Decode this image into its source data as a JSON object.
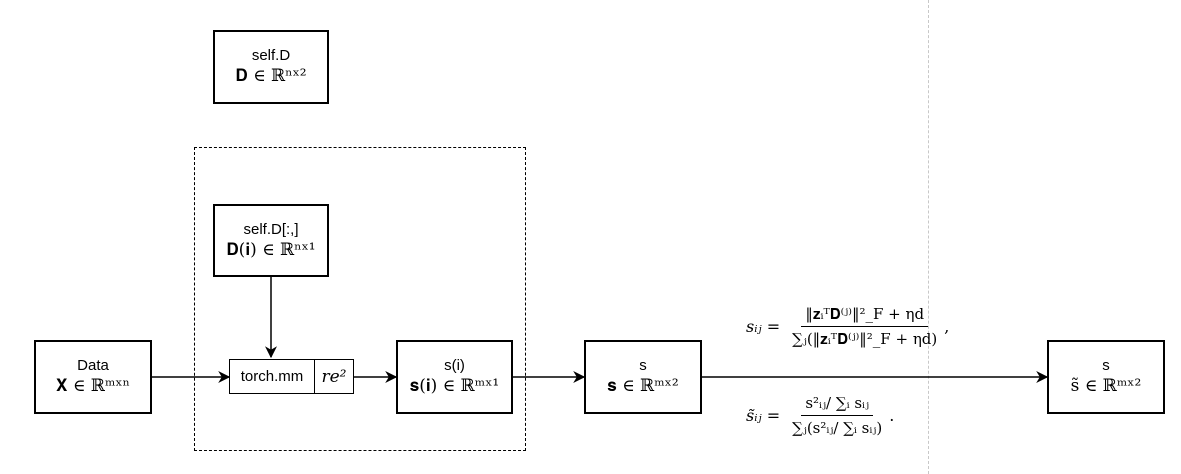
{
  "nodes": {
    "self_d": {
      "label": "self.D",
      "math": "𝐃 ∈ ℝⁿˣ²"
    },
    "self_d_col": {
      "label": "self.D[:,]",
      "math": "𝐃(𝐢) ∈ ℝⁿˣ¹"
    },
    "data": {
      "label": "Data",
      "math": "𝐗 ∈ ℝᵐˣⁿ"
    },
    "torch_mm": {
      "label": "torch.mm",
      "op": "re²"
    },
    "s_i": {
      "label": "s(i)",
      "math": "𝐬(𝐢) ∈ ℝᵐˣ¹"
    },
    "s": {
      "label": "s",
      "math": "𝐬 ∈ ℝᵐˣ²"
    },
    "s_tilde": {
      "label": "s",
      "math": "s̃ ∈ ℝᵐˣ²"
    }
  },
  "formulas": {
    "s_ij": {
      "lhs": "sᵢⱼ =",
      "numerator": "‖𝐳ᵢᵀ𝐃⁽ʲ⁾‖²_F + ηd",
      "denominator": "∑ⱼ(‖𝐳ᵢᵀ𝐃⁽ʲ⁾‖²_F + ηd)",
      "tail": ","
    },
    "s_tilde_ij": {
      "lhs": "s̃ᵢⱼ =",
      "numerator": "s²ᵢⱼ/ ∑ᵢ sᵢⱼ",
      "denominator": "∑ⱼ(s²ᵢⱼ/ ∑ᵢ sᵢⱼ)",
      "tail": "."
    }
  }
}
